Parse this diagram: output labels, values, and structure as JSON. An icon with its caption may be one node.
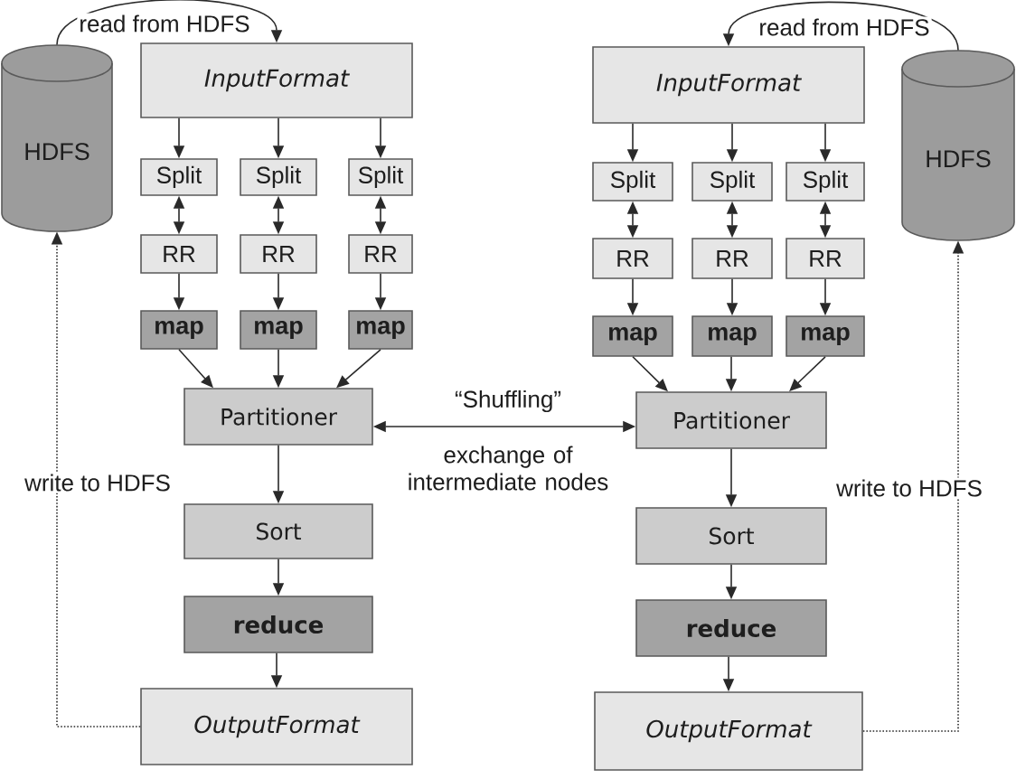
{
  "diagram": {
    "nodes": [
      {
        "text": [
          "HDFS"
        ]
      },
      {
        "text": [
          "InputFormat"
        ]
      },
      {
        "text": [
          "Split"
        ]
      },
      {
        "text": [
          "Split"
        ]
      },
      {
        "text": [
          "Split"
        ]
      },
      {
        "text": [
          "RR"
        ]
      },
      {
        "text": [
          "RR"
        ]
      },
      {
        "text": [
          "RR"
        ]
      },
      {
        "text": [
          "map"
        ]
      },
      {
        "text": [
          "map"
        ]
      },
      {
        "text": [
          "map"
        ]
      },
      {
        "text": [
          "Partitioner"
        ]
      },
      {
        "text": [
          "Sort"
        ]
      },
      {
        "text": [
          "reduce"
        ]
      },
      {
        "text": [
          "OutputFormat"
        ]
      },
      {
        "text": [
          "InputFormat"
        ]
      },
      {
        "text": [
          "HDFS"
        ]
      },
      {
        "text": [
          "Split"
        ]
      },
      {
        "text": [
          "Split"
        ]
      },
      {
        "text": [
          "Split"
        ]
      },
      {
        "text": [
          "RR"
        ]
      },
      {
        "text": [
          "RR"
        ]
      },
      {
        "text": [
          "RR"
        ]
      },
      {
        "text": [
          "map"
        ]
      },
      {
        "text": [
          "map"
        ]
      },
      {
        "text": [
          "map"
        ]
      },
      {
        "text": [
          "Partitioner"
        ]
      },
      {
        "text": [
          "Sort"
        ]
      },
      {
        "text": [
          "reduce"
        ]
      },
      {
        "text": [
          "OutputFormat"
        ]
      }
    ],
    "edges": [
      {
        "from": 0,
        "to": 1,
        "arrow": "to",
        "label": "read from HDFS"
      },
      {
        "from": 1,
        "to": 2,
        "arrow": "to"
      },
      {
        "from": 1,
        "to": 3,
        "arrow": "to"
      },
      {
        "from": 1,
        "to": 4,
        "arrow": "to"
      },
      {
        "from": 2,
        "to": 5,
        "arrow": "both"
      },
      {
        "from": 3,
        "to": 6,
        "arrow": "both"
      },
      {
        "from": 4,
        "to": 7,
        "arrow": "both"
      },
      {
        "from": 5,
        "to": 8,
        "arrow": "to"
      },
      {
        "from": 6,
        "to": 9,
        "arrow": "to"
      },
      {
        "from": 7,
        "to": 10,
        "arrow": "to"
      },
      {
        "from": 8,
        "to": 11,
        "arrow": "to"
      },
      {
        "from": 9,
        "to": 11,
        "arrow": "to"
      },
      {
        "from": 10,
        "to": 11,
        "arrow": "to"
      },
      {
        "from": 11,
        "to": 12,
        "arrow": "to"
      },
      {
        "from": 12,
        "to": 13,
        "arrow": "to"
      },
      {
        "from": 13,
        "to": 14,
        "arrow": "to"
      },
      {
        "from": 14,
        "to": 0,
        "arrow": "to",
        "label": "write to HDFS",
        "style": "dashed"
      },
      {
        "from": 11,
        "to": 26,
        "arrow": "both",
        "label": "“Shuffling”"
      },
      {
        "from": 16,
        "to": 15,
        "arrow": "to",
        "label": "read from HDFS"
      },
      {
        "from": 15,
        "to": 17,
        "arrow": "to"
      },
      {
        "from": 15,
        "to": 18,
        "arrow": "to"
      },
      {
        "from": 15,
        "to": 19,
        "arrow": "to"
      },
      {
        "from": 17,
        "to": 20,
        "arrow": "both"
      },
      {
        "from": 18,
        "to": 21,
        "arrow": "both"
      },
      {
        "from": 19,
        "to": 22,
        "arrow": "both"
      },
      {
        "from": 20,
        "to": 23,
        "arrow": "to"
      },
      {
        "from": 21,
        "to": 24,
        "arrow": "to"
      },
      {
        "from": 22,
        "to": 25,
        "arrow": "to"
      },
      {
        "from": 23,
        "to": 26,
        "arrow": "to"
      },
      {
        "from": 24,
        "to": 26,
        "arrow": "to"
      },
      {
        "from": 25,
        "to": 26,
        "arrow": "to"
      },
      {
        "from": 26,
        "to": 27,
        "arrow": "to"
      },
      {
        "from": 27,
        "to": 28,
        "arrow": "to"
      },
      {
        "from": 28,
        "to": 29,
        "arrow": "to"
      },
      {
        "from": 29,
        "to": 16,
        "arrow": "to",
        "label": "write to HDFS",
        "style": "dashed"
      }
    ],
    "labels": [
      "exchange of intermediate nodes"
    ]
  }
}
